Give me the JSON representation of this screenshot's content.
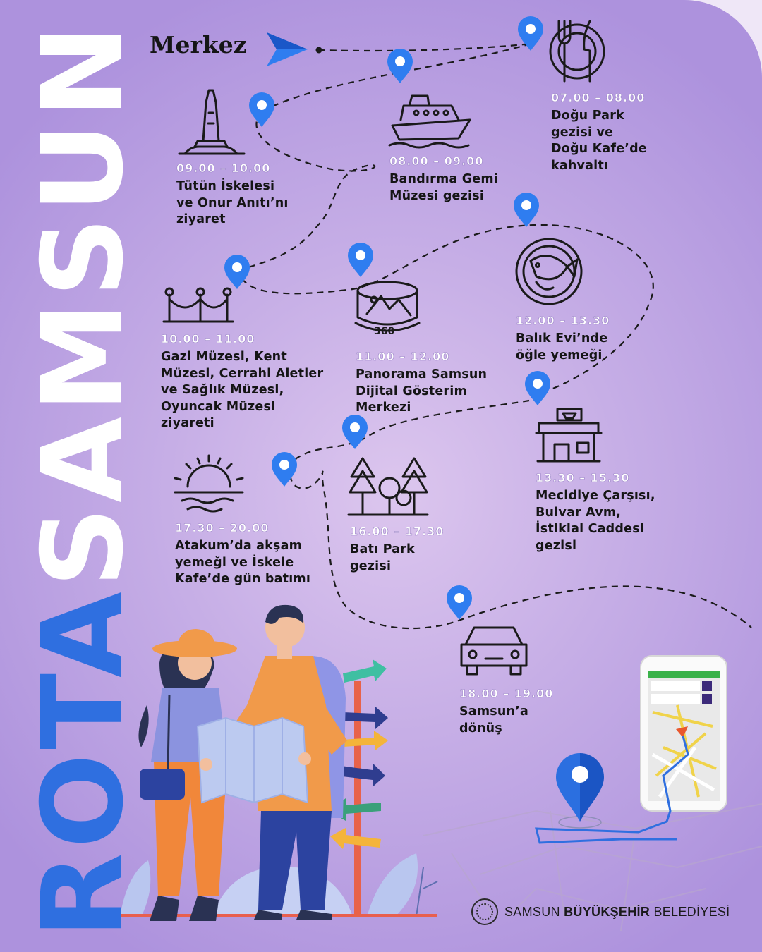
{
  "title": {
    "part1": "ROTA",
    "part2": "SAMSUN"
  },
  "start_label": "Merkez",
  "stops": [
    {
      "time": "07.00 – 08.00",
      "description": "Doğu Park\ngezisi ve\nDoğu Kafe’de\nkahvaltı",
      "icon": "fork-knife-plate-icon"
    },
    {
      "time": "08.00 – 09.00",
      "description": "Bandırma Gemi\nMüzesi gezisi",
      "icon": "ship-icon"
    },
    {
      "time": "09.00 – 10.00",
      "description": "Tütün İskelesi\nve Onur Anıtı’nı\nziyaret",
      "icon": "monument-icon"
    },
    {
      "time": "10.00 – 11.00",
      "description": "Gazi Müzesi, Kent\nMüzesi, Cerrahi Aletler\nve Sağlık Müzesi,\nOyuncak Müzesi\nziyareti",
      "icon": "museum-rope-barrier-icon"
    },
    {
      "time": "11.00 – 12.00",
      "description": "Panorama Samsun\nDijital Gösterim\nMerkezi",
      "icon": "panorama-360-icon"
    },
    {
      "time": "12.00 – 13.30",
      "description": "Balık Evi’nde\nöğle yemeği",
      "icon": "fish-plate-icon"
    },
    {
      "time": "13.30 – 15.30",
      "description": "Mecidiye Çarşısı,\nBulvar Avm,\nİstiklal Caddesi\ngezisi",
      "icon": "shop-icon"
    },
    {
      "time": "16.00 – 17.30",
      "description": "Batı Park\ngezisi",
      "icon": "park-trees-icon"
    },
    {
      "time": "17.30 – 20.00",
      "description": "Atakum’da akşam\nyemeği ve İskele\nKafe’de gün batımı",
      "icon": "sunset-icon"
    },
    {
      "time": "18.00 – 19.00",
      "description": "Samsun’a\ndönüş",
      "icon": "car-icon"
    }
  ],
  "footer": {
    "org_normal_1": "SAMSUN ",
    "org_bold": "BÜYÜKŞEHİR",
    "org_normal_2": " BELEDİYESİ",
    "logo": "municipality-seal-icon"
  },
  "colors": {
    "accent_blue": "#2f6fe0",
    "pin_blue": "#2f7df0",
    "background_purple": "#c6aee6",
    "text_dark": "#151515"
  }
}
